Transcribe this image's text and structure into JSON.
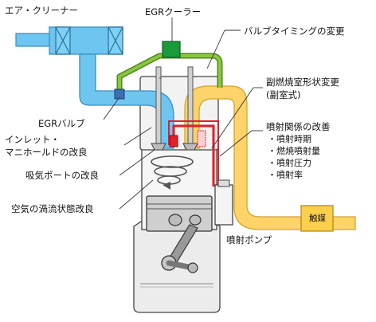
{
  "labels": {
    "air_cleaner": "エア・クリーナー",
    "egr_cooler": "EGRクーラー",
    "valve_timing": "バルブタイミングの変更",
    "prechamber_line1": "副燃焼室形状変更",
    "prechamber_line2": "(副室式)",
    "egr_valve": "EGRバルブ",
    "injection_title": "噴射関係の改善",
    "injection_items": [
      "・噴射時期",
      "・燃焼噴射量",
      "・噴射圧力",
      "・噴射率"
    ],
    "intake_manifold_line1": "インレット・",
    "intake_manifold_line2": "マニホールドの改良",
    "intake_port": "吸気ポートの改良",
    "swirl": "空気の渦流状態改良",
    "injection_pump": "噴射ポンプ",
    "catalyst": "触媒"
  },
  "colors": {
    "intake_pipe": "#6ec6f0",
    "intake_pipe_edge": "#3a8fc0",
    "exhaust_pipe": "#fdd36a",
    "exhaust_pipe_edge": "#d4a52a",
    "egr_line": "#8cc63f",
    "egr_line_edge": "#4e8a1e",
    "egr_cooler": "#1a9a3a",
    "fuel_line": "#e0202a",
    "engine_fill": "#e9e9e9",
    "engine_stroke": "#444444"
  }
}
